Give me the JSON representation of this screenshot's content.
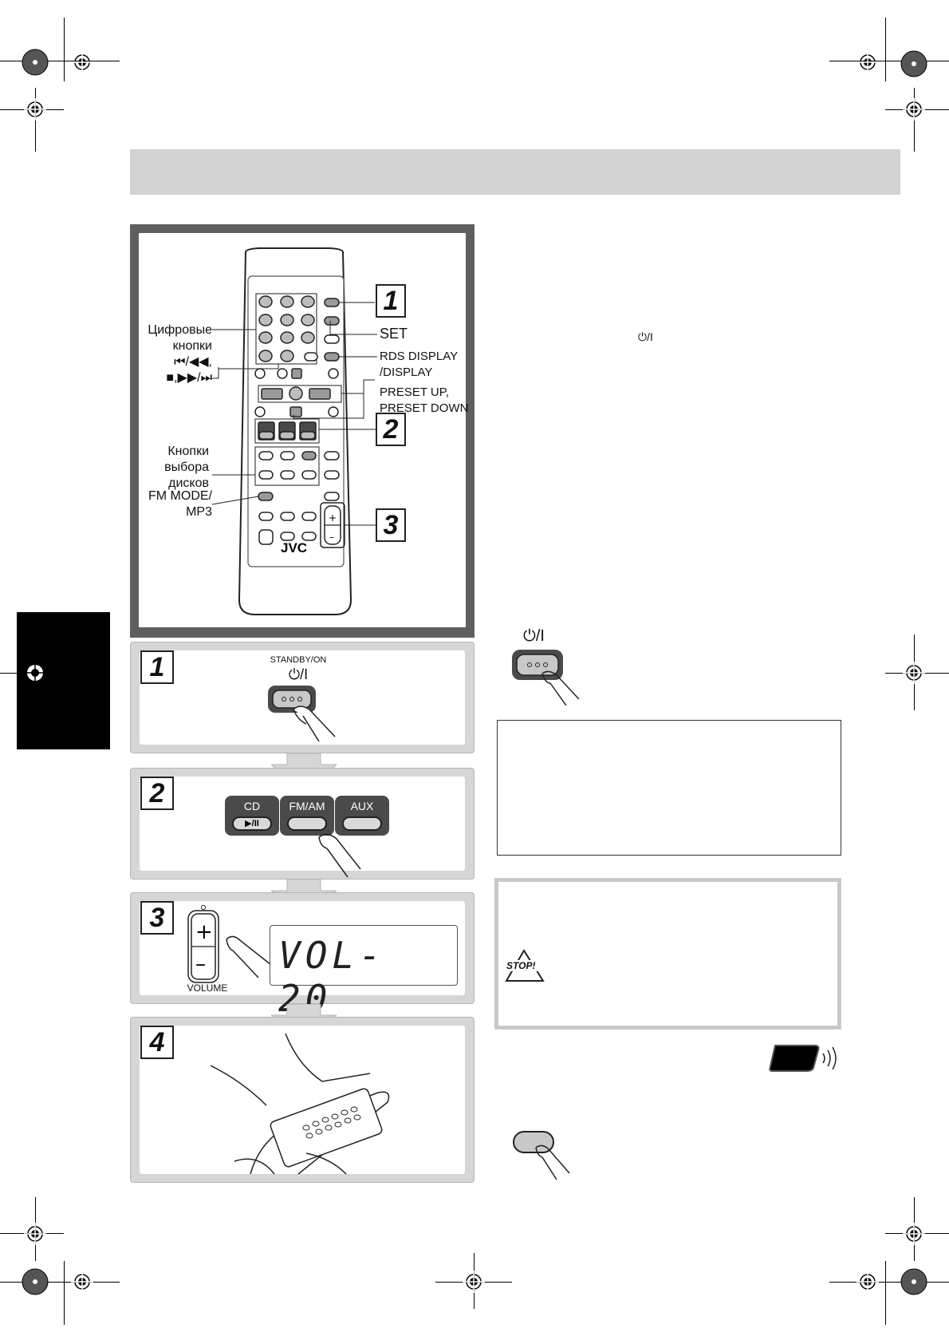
{
  "remote": {
    "labels": {
      "digit_buttons_1": "Цифровые",
      "digit_buttons_2": "кнопки",
      "skip_rew": "⏮/◀◀,",
      "stop_ff": "■,▶▶/⏭",
      "disc_buttons_1": "Кнопки",
      "disc_buttons_2": "выбора",
      "disc_buttons_3": "дисков",
      "fm_mode": "FM MODE/",
      "mp3": "MP3",
      "set": "SET",
      "rds_display": "RDS DISPLAY",
      "display": "/DISPLAY",
      "preset_up": "PRESET UP,",
      "preset_down": "PRESET DOWN"
    },
    "step_markers": [
      "1",
      "2",
      "3"
    ],
    "brand": "JVC"
  },
  "steps": [
    {
      "number": "1",
      "standby_label": "STANDBY/ON",
      "power_symbol": "⏻/I"
    },
    {
      "number": "2",
      "sources": [
        "CD",
        "FM/AM",
        "AUX"
      ],
      "cd_pill": "▶/II"
    },
    {
      "number": "3",
      "volume_label": "VOLUME",
      "display_text": "VOL- 20"
    },
    {
      "number": "4"
    }
  ],
  "right": {
    "power_symbol_small": "⏻/I",
    "power_symbol": "⏻/I",
    "stop_badge": "STOP!"
  },
  "colors": {
    "header_band": "#d2d2d2",
    "panel_frame": "#5f5f5f",
    "step_frame": "#d6d6d6"
  }
}
